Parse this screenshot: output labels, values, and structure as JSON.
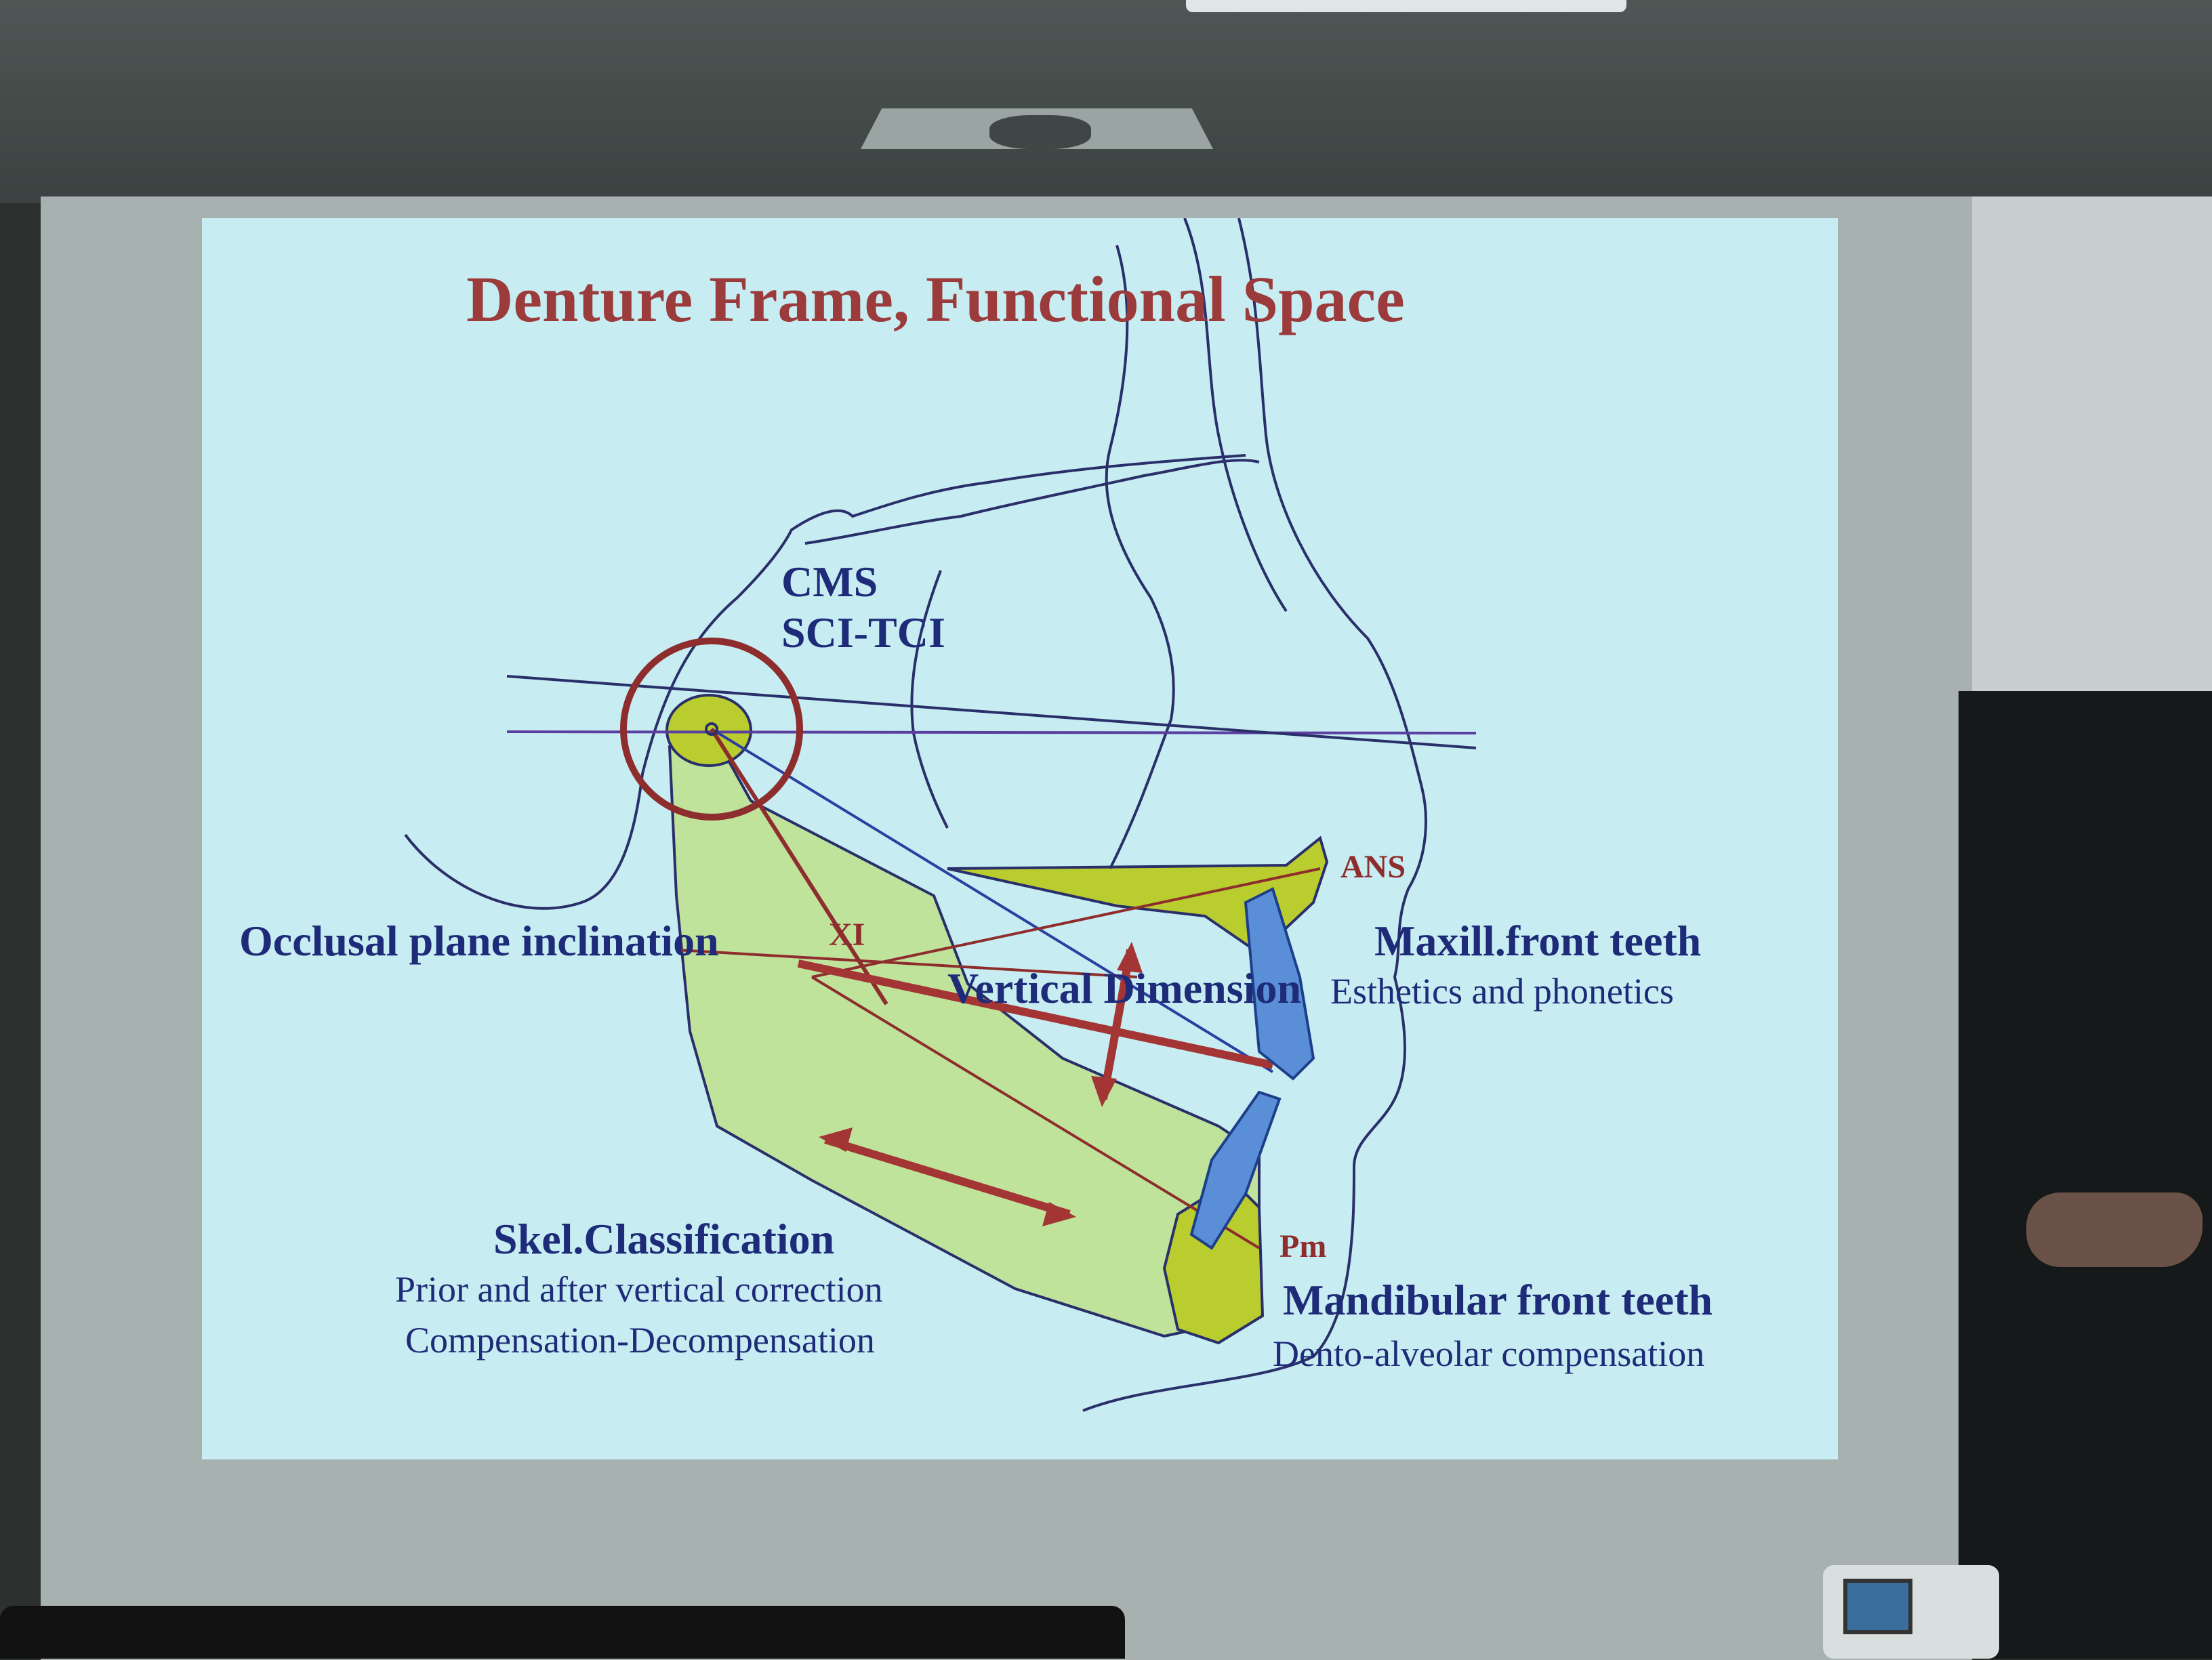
{
  "slide": {
    "title": "Denture Frame, Functional Space",
    "labels": {
      "cms": "CMS",
      "sci_tci": "SCI-TCI",
      "ans": "ANS",
      "xi": "XI",
      "pm": "Pm",
      "occlusal": "Occlusal plane inclination",
      "vertical": "Vertical Dimension",
      "maxill": "Maxill.front teeth",
      "esthetics": "Esthetics and phonetics",
      "skel": "Skel.Classification",
      "prior": "Prior and after vertical correction",
      "compensation": "Compensation-Decompensation",
      "mandibular": "Mandibular front teeth",
      "dento": "Dento-alveolar compensation"
    }
  },
  "colors": {
    "slide_bg": "#c7edf2",
    "title": "#9b3b3b",
    "label_navy": "#1e2b78",
    "arrow_red": "#a33535",
    "mandible_fill": "#bfe39b",
    "condyle_fill": "#b9cd2e",
    "teeth_blue": "#5a8fd8",
    "reference_lines": "#5a3fa0"
  },
  "icons": [
    "circle-target-icon",
    "double-arrow-icon"
  ]
}
